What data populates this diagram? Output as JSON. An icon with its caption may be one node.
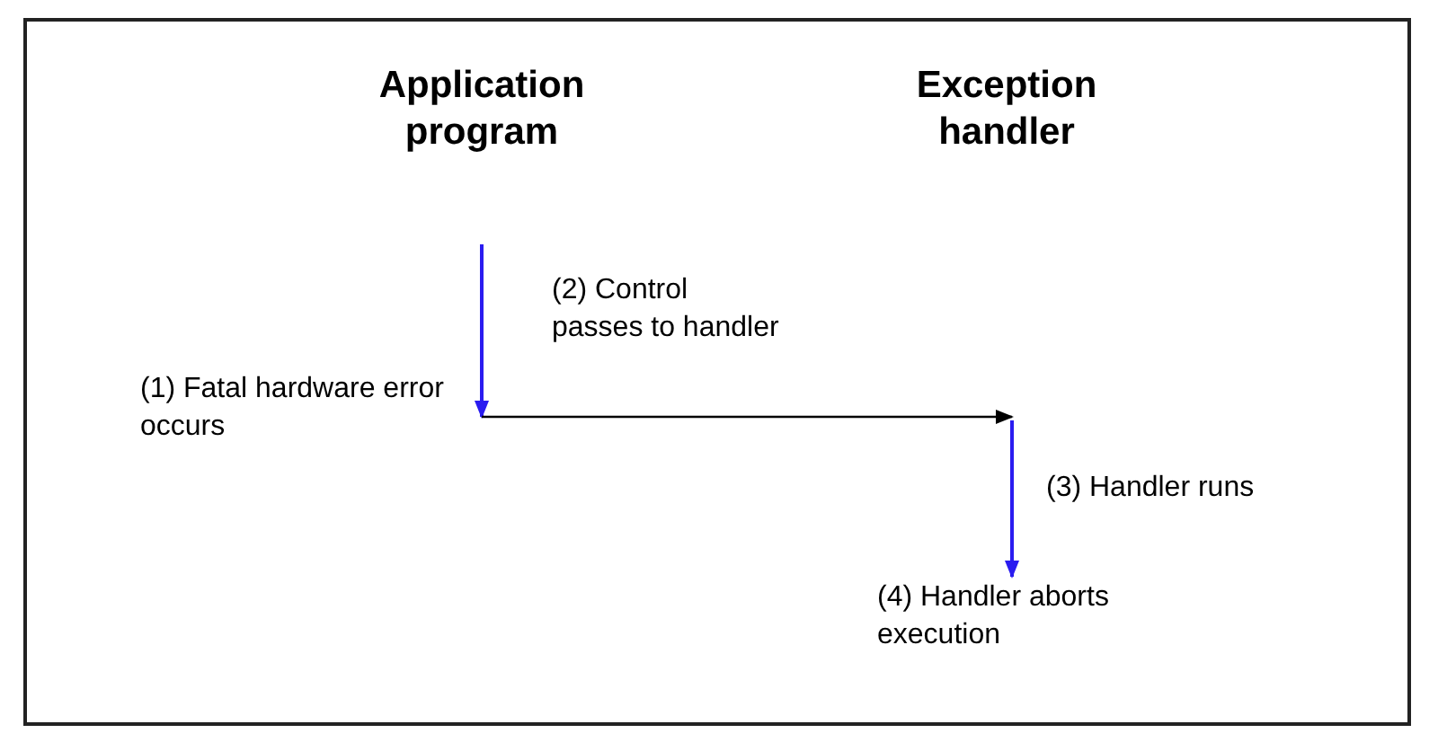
{
  "diagram": {
    "nodes": [
      {
        "text": [
          "Application program"
        ]
      },
      {
        "text": [
          "Exception handler"
        ]
      },
      {
        "text": [
          "(1) Fatal hardware error occurs"
        ]
      },
      {
        "text": [
          "(4) Handler aborts execution"
        ]
      }
    ],
    "edges": [
      {
        "from": 0,
        "to": 2,
        "arrow": "to",
        "color": "#2a1cf0"
      },
      {
        "from": 2,
        "to": null,
        "arrow": "to",
        "label": "(2) Control passes to handler",
        "color": "#000000"
      },
      {
        "from": null,
        "to": 3,
        "arrow": "to",
        "label": "(3) Handler runs",
        "color": "#2a1cf0"
      }
    ]
  }
}
